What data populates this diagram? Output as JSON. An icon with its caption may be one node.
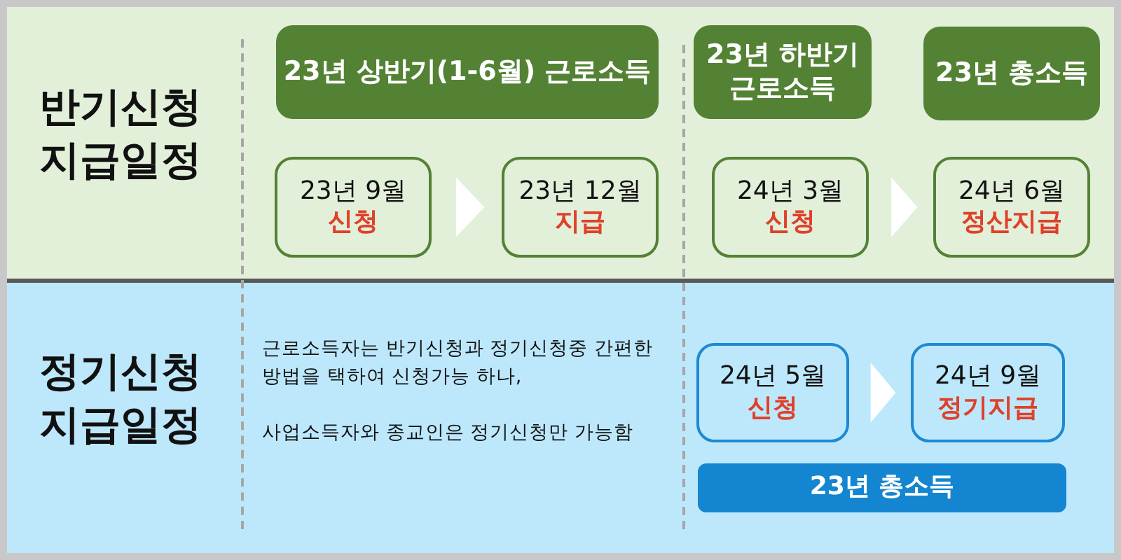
{
  "diagram": {
    "nodes": [
      {
        "text": [
          "23년 상반기(1-6월) 근로소득"
        ]
      },
      {
        "text": [
          "23년 하반기 근로소득"
        ]
      },
      {
        "text": [
          "23년 총소득"
        ]
      },
      {
        "text": [
          "23년 9월",
          "신청"
        ]
      },
      {
        "text": [
          "23년 12월",
          "지급"
        ]
      },
      {
        "text": [
          "24년 3월",
          "신청"
        ]
      },
      {
        "text": [
          "24년 6월",
          "정산지급"
        ]
      },
      {
        "text": [
          "24년 5월",
          "신청"
        ]
      },
      {
        "text": [
          "24년 9월",
          "정기지급"
        ]
      },
      {
        "text": [
          "23년 총소득"
        ]
      }
    ],
    "edges": [
      {
        "from": 3,
        "to": 4,
        "arrow": "to"
      },
      {
        "from": 5,
        "to": 6,
        "arrow": "to"
      },
      {
        "from": 7,
        "to": 8,
        "arrow": "to"
      }
    ],
    "labels": [
      "반기신청 지급일정",
      "정기신청 지급일정",
      "근로소득자는 반기신청과 정기신청중 간편한 방법을 택하여 신청가능 하나,",
      "사업소득자와 종교인은 정기신청만 가능함"
    ]
  }
}
